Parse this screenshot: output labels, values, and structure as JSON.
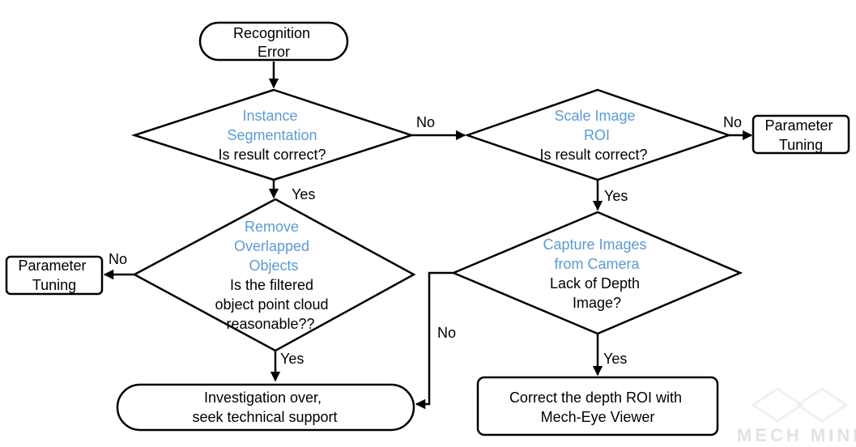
{
  "nodes": {
    "start": {
      "lines": [
        "Recognition",
        "Error"
      ]
    },
    "instance_segmentation": {
      "title": [
        "Instance",
        "Segmentation"
      ],
      "question": [
        "Is result correct?"
      ]
    },
    "scale_image_roi": {
      "title": [
        "Scale Image",
        "ROI"
      ],
      "question": [
        "Is result correct?"
      ]
    },
    "parameter_tuning_right": {
      "lines": [
        "Parameter",
        "Tuning"
      ]
    },
    "remove_overlapped": {
      "title": [
        "Remove",
        "Overlapped",
        "Objects"
      ],
      "question": [
        "Is the filtered",
        "object point cloud",
        "reasonable??"
      ]
    },
    "parameter_tuning_left": {
      "lines": [
        "Parameter",
        "Tuning"
      ]
    },
    "capture_images": {
      "title": [
        "Capture Images",
        "from Camera"
      ],
      "question": [
        "Lack of Depth",
        "Image?"
      ]
    },
    "investigation_over": {
      "lines": [
        "Investigation over,",
        "seek technical support"
      ]
    },
    "correct_depth_roi": {
      "lines": [
        "Correct the depth ROI with",
        "Mech-Eye Viewer"
      ]
    }
  },
  "edges": {
    "seg_no": "No",
    "seg_yes": "Yes",
    "scale_no": "No",
    "scale_yes": "Yes",
    "remove_no": "No",
    "remove_yes": "Yes",
    "capture_no": "No",
    "capture_yes": "Yes"
  },
  "watermark": {
    "text": "MECH MIND"
  },
  "colors": {
    "title_text": "#5b9bd5",
    "stroke": "#000000",
    "watermark": "#e2e2e2"
  }
}
